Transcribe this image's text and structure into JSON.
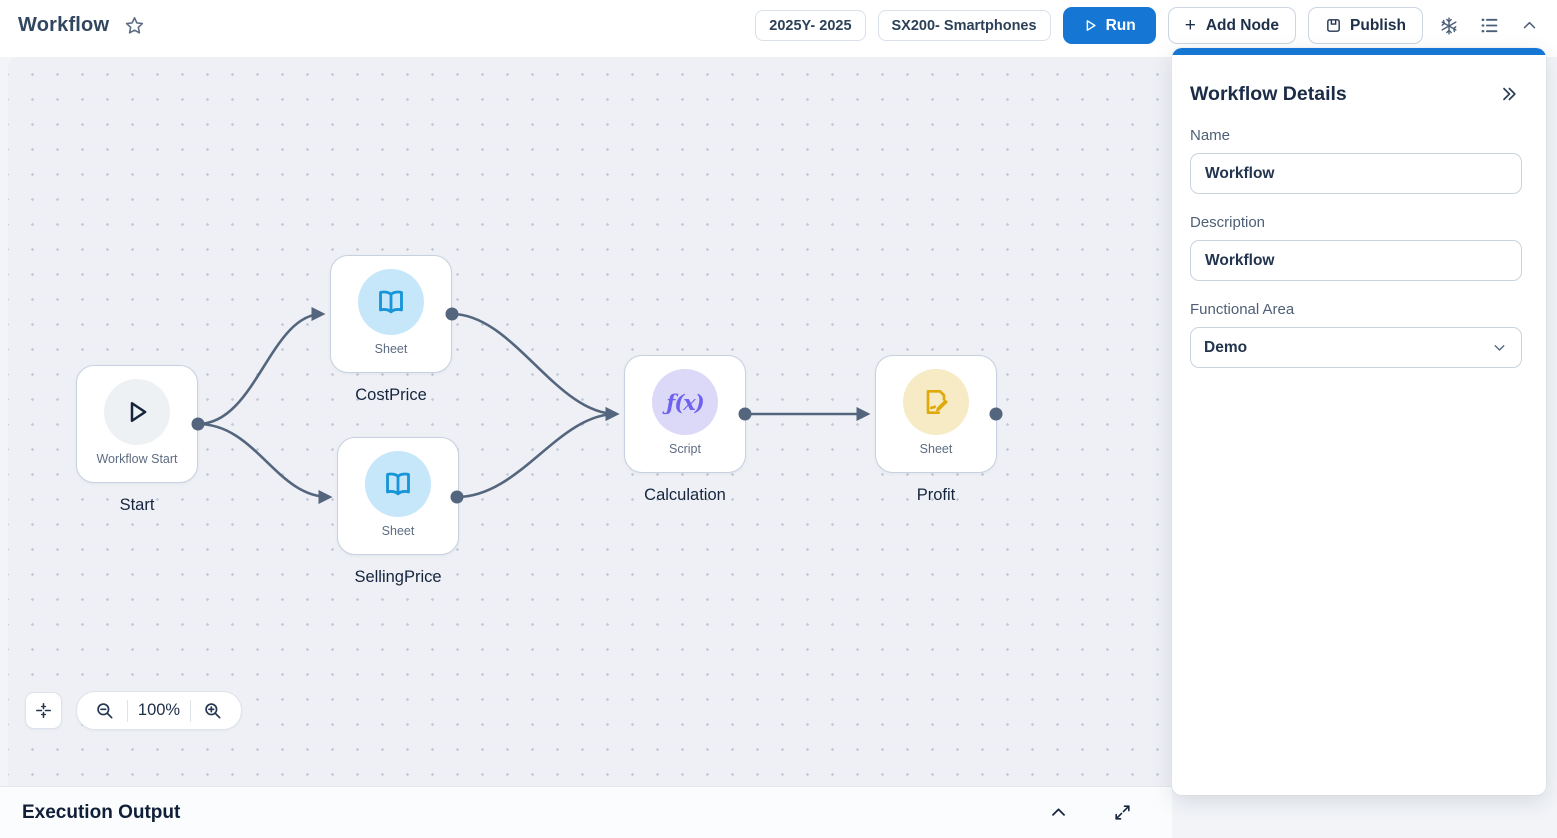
{
  "header": {
    "title": "Workflow",
    "badges": [
      {
        "label": "2025Y- 2025"
      },
      {
        "label": "SX200- Smartphones"
      }
    ],
    "buttons": {
      "run": "Run",
      "add_node": "Add Node",
      "publish": "Publish"
    },
    "icons": [
      "star-icon",
      "snowflake-icon",
      "list-icon",
      "chevron-up-icon"
    ]
  },
  "canvas": {
    "zoom_level": "100%",
    "nodes": [
      {
        "name": "Start",
        "type_label": "Workflow Start",
        "kind": "start",
        "icon": "play-icon"
      },
      {
        "name": "CostPrice",
        "type_label": "Sheet",
        "kind": "sheet",
        "icon": "book-icon"
      },
      {
        "name": "SellingPrice",
        "type_label": "Sheet",
        "kind": "sheet",
        "icon": "book-icon"
      },
      {
        "name": "Calculation",
        "type_label": "Script",
        "kind": "script",
        "icon": "fx-icon",
        "fx_glyph": "ƒ(x)"
      },
      {
        "name": "Profit",
        "type_label": "Sheet",
        "kind": "sheet",
        "icon": "doc-edit-icon"
      }
    ],
    "edges": [
      {
        "from": "Start",
        "to": "CostPrice"
      },
      {
        "from": "Start",
        "to": "SellingPrice"
      },
      {
        "from": "CostPrice",
        "to": "Calculation"
      },
      {
        "from": "SellingPrice",
        "to": "Calculation"
      },
      {
        "from": "Calculation",
        "to": "Profit"
      }
    ]
  },
  "panel": {
    "title": "Workflow Details",
    "fields": {
      "name_label": "Name",
      "name_value": "Workflow",
      "description_label": "Description",
      "description_value": "Workflow",
      "functional_area_label": "Functional Area",
      "functional_area_value": "Demo"
    }
  },
  "execution_output": {
    "title": "Execution Output"
  },
  "colors": {
    "accent_blue": "#1577d3",
    "edge": "#54657e",
    "sheet_icon": "#1795d8",
    "script_icon": "#6f63ee",
    "profit_icon": "#dfa90a",
    "canvas_bg": "#eef0f5",
    "canvas_dot": "#c2cbd9"
  }
}
